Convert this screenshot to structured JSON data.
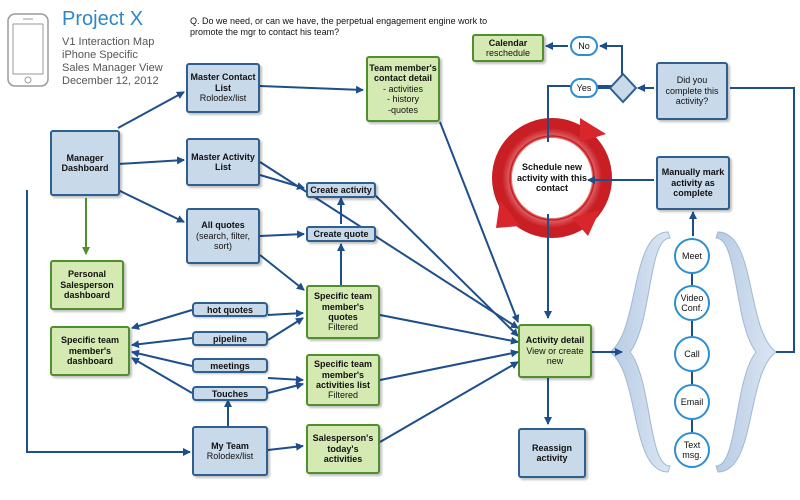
{
  "header": {
    "title": "Project X",
    "subtitle_lines": [
      "V1 Interaction Map",
      "iPhone Specific",
      "Sales Manager View",
      "December 12, 2012"
    ],
    "question": "Q. Do we need, or can we have, the perpetual engagement engine work to promote the mgr to contact his team?"
  },
  "nodes": {
    "manager_dashboard": {
      "title": "Manager Dashboard",
      "sub": ""
    },
    "master_contact_list": {
      "title": "Master Contact List",
      "sub": "Rolodex/list"
    },
    "master_activity_list": {
      "title": "Master Activity List",
      "sub": ""
    },
    "all_quotes": {
      "title": "All quotes",
      "sub": "(search, filter, sort)"
    },
    "personal_dashboard": {
      "title": "Personal Salesperson dashboard",
      "sub": ""
    },
    "specific_member_dashboard": {
      "title": "Specific team member's dashboard",
      "sub": ""
    },
    "my_team": {
      "title": "My Team",
      "sub": "Rolodex/list"
    },
    "team_contact_detail": {
      "title": "Team member's contact detail",
      "sub": "- activities\n- history\n-quotes"
    },
    "create_activity": {
      "title": "Create activity",
      "sub": ""
    },
    "create_quote": {
      "title": "Create quote",
      "sub": ""
    },
    "member_quotes": {
      "title": "Specific team member's quotes",
      "sub": "Filtered"
    },
    "member_activities": {
      "title": "Specific team member's activities list",
      "sub": "Filtered"
    },
    "todays_activities": {
      "title": "Salesperson's today's activities",
      "sub": ""
    },
    "activity_detail": {
      "title": "Activity detail",
      "sub": "View or create new"
    },
    "reassign_activity": {
      "title": "Reassign activity",
      "sub": ""
    },
    "calendar": {
      "title": "Calendar",
      "sub": "reschedule"
    },
    "did_you_complete": {
      "title": "",
      "sub": "Did you complete this activity?"
    },
    "manually_mark": {
      "title": "Manually mark activity as complete",
      "sub": ""
    },
    "schedule_new": {
      "title": "Schedule new activity with this contact",
      "sub": ""
    }
  },
  "pills": {
    "hot_quotes": "hot quotes",
    "pipeline": "pipeline",
    "meetings": "meetings",
    "touches": "Touches"
  },
  "decision": {
    "no": "No",
    "yes": "Yes"
  },
  "activity_types": [
    "Meet",
    "Video Conf.",
    "Call",
    "Email",
    "Text msg."
  ],
  "colors": {
    "blue_fill": "#c8d9ea",
    "blue_border": "#2f5f8f",
    "green_fill": "#d5eab3",
    "green_border": "#4f8f2e",
    "arrow": "#1f4e8c",
    "green_arrow": "#4f8f2e",
    "title": "#2e86c8",
    "cycle_red": "#d9262c",
    "circle_border": "#2e8fd0"
  }
}
